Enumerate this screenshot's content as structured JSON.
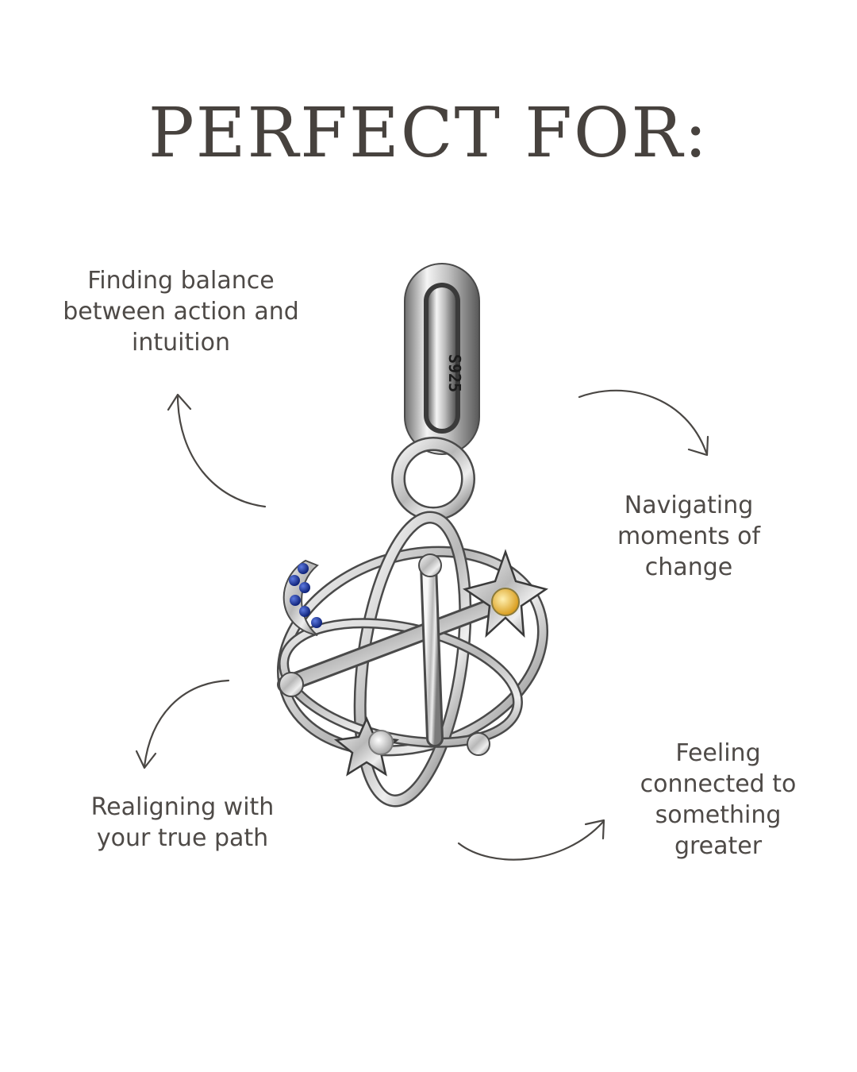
{
  "header": {
    "title": "PERFECT FOR:"
  },
  "benefits": [
    {
      "lines": [
        "Finding balance",
        "between action and",
        "intuition"
      ]
    },
    {
      "lines": [
        "Navigating",
        "moments of",
        "change"
      ]
    },
    {
      "lines": [
        "Realigning with",
        "your true path"
      ]
    },
    {
      "lines": [
        "Feeling",
        "connected to",
        "something",
        "greater"
      ]
    }
  ],
  "product": {
    "hallmark": "S925",
    "metal_color": "#c9c9c9",
    "stone_colors": {
      "moon": "#1e3a9c",
      "star_gem": "#e8b83a",
      "small_star_gem": "#eeeeee"
    }
  }
}
